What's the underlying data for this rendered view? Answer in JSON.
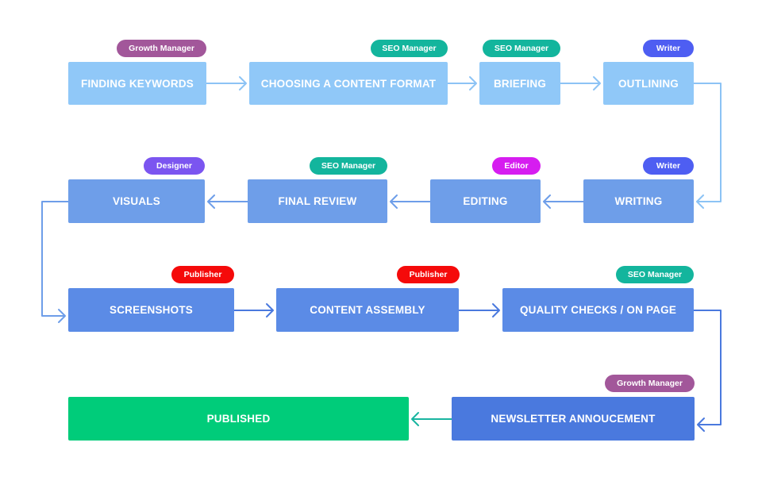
{
  "colors": {
    "row1": "#90c8f8",
    "row2": "#6e9ee9",
    "row3": "#5b8be6",
    "row4": "#4a79de",
    "published": "#00cc7a",
    "role_growth_manager": "#a2579a",
    "role_seo_manager": "#13b59d",
    "role_writer": "#4e5ef2",
    "role_designer": "#7b55f0",
    "role_editor": "#d61df0",
    "role_publisher": "#f50a0a",
    "arrow_light": "#8cc3f5",
    "arrow_mid": "#6e9ee9",
    "arrow_dark": "#4a79de",
    "arrow_teal": "#19b5a0"
  },
  "steps": [
    {
      "id": "finding-keywords",
      "label": "FINDING KEYWORDS",
      "role": "Growth Manager"
    },
    {
      "id": "choosing-content-format",
      "label": "CHOOSING A CONTENT FORMAT",
      "role": "SEO Manager"
    },
    {
      "id": "briefing",
      "label": "BRIEFING",
      "role": "SEO Manager"
    },
    {
      "id": "outlining",
      "label": "OUTLINING",
      "role": "Writer"
    },
    {
      "id": "writing",
      "label": "WRITING",
      "role": "Writer"
    },
    {
      "id": "editing",
      "label": "EDITING",
      "role": "Editor"
    },
    {
      "id": "final-review",
      "label": "FINAL REVIEW",
      "role": "SEO Manager"
    },
    {
      "id": "visuals",
      "label": "VISUALS",
      "role": "Designer"
    },
    {
      "id": "screenshots",
      "label": "SCREENSHOTS",
      "role": "Publisher"
    },
    {
      "id": "content-assembly",
      "label": "CONTENT ASSEMBLY",
      "role": "Publisher"
    },
    {
      "id": "quality-checks",
      "label": "QUALITY CHECKS / ON PAGE",
      "role": "SEO Manager"
    },
    {
      "id": "newsletter-announcement",
      "label": "NEWSLETTER ANNOUCEMENT",
      "role": "Growth Manager"
    },
    {
      "id": "published",
      "label": "PUBLISHED",
      "role": ""
    }
  ]
}
